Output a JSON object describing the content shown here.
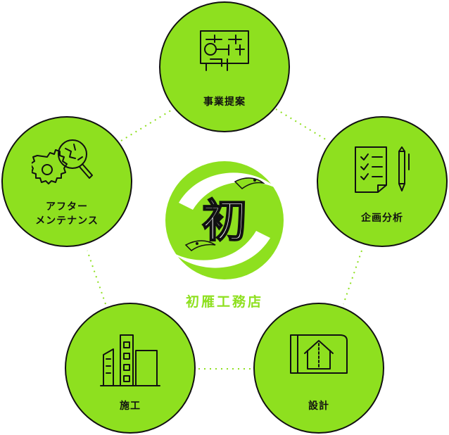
{
  "center": {
    "logo_char": "初",
    "company_name": "初雁工務店"
  },
  "stages": {
    "proposal": {
      "label": "事業提案"
    },
    "planning": {
      "label": "企画分析"
    },
    "design": {
      "label": "設計"
    },
    "construction": {
      "label": "施工"
    },
    "aftercare": {
      "line1": "アフター",
      "line2": "メンテナンス"
    }
  },
  "colors": {
    "accent": "#8ee01f",
    "outline": "#111111",
    "background": "#ffffff"
  },
  "icons": [
    "blueprint-icon",
    "checklist-icon",
    "house-plan-icon",
    "buildings-icon",
    "gear-magnifier-icon"
  ]
}
